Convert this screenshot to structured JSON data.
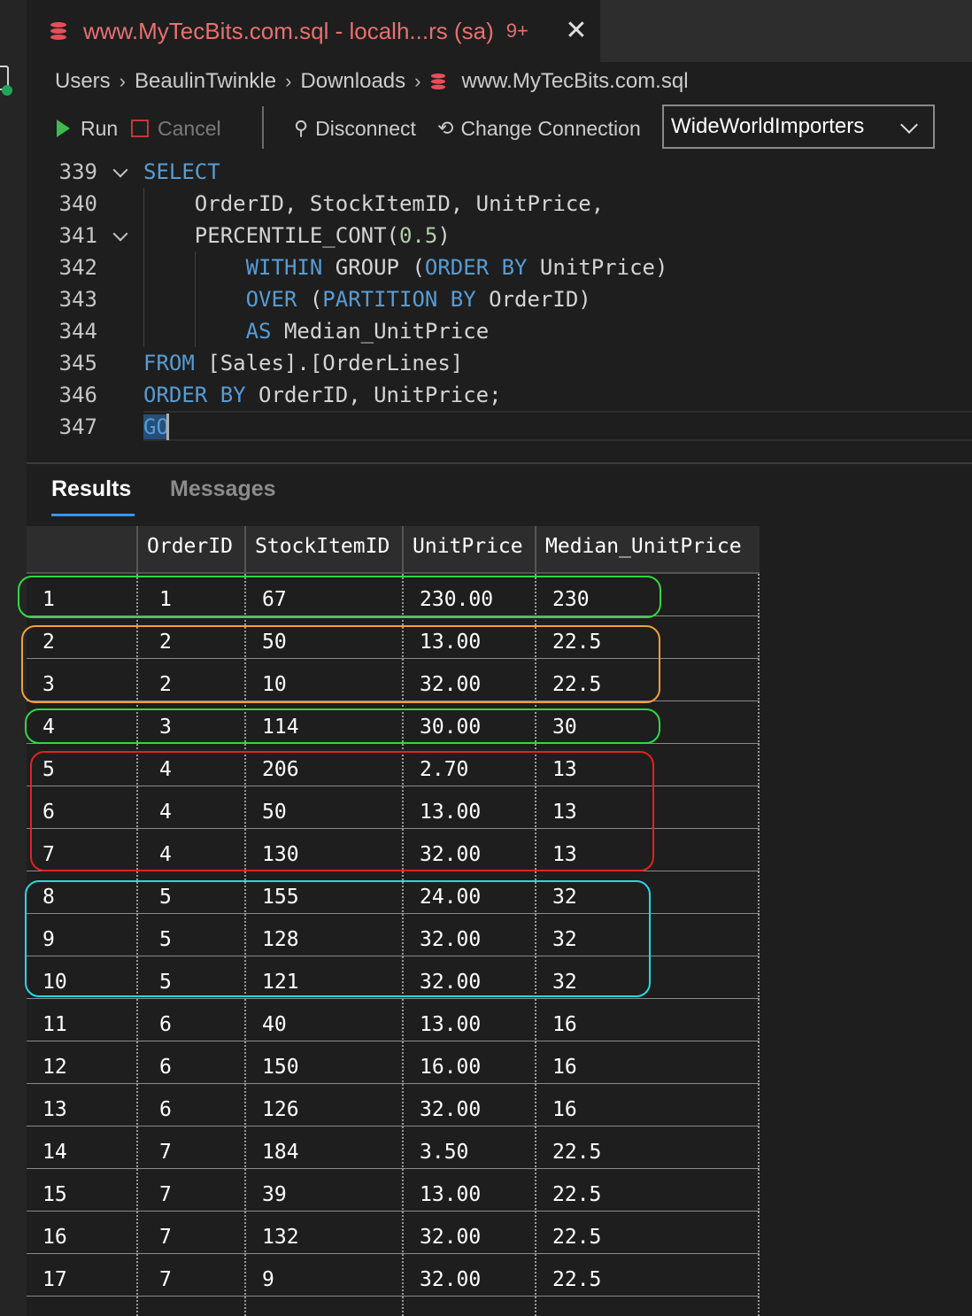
{
  "colors": {
    "accent": "#3794ff",
    "keyword": "#569cd6",
    "tab_title": "#e87070",
    "highlight_green": "#31d843",
    "highlight_orange": "#f5a03a",
    "highlight_red": "#e0241f",
    "highlight_cyan": "#28d7e8"
  },
  "tab": {
    "title": "www.MyTecBits.com.sql - localh...rs (sa)",
    "badge": "9+",
    "close": "✕",
    "icon": "database-icon"
  },
  "breadcrumb": {
    "items": [
      "Users",
      "BeaulinTwinkle",
      "Downloads",
      "www.MyTecBits.com.sql"
    ],
    "sep": "›"
  },
  "toolbar": {
    "run_label": "Run",
    "cancel_label": "Cancel",
    "disconnect_label": "Disconnect",
    "change_connection_label": "Change Connection",
    "database": "WideWorldImporters"
  },
  "editor": {
    "lines": [
      {
        "n": "339",
        "pre": "",
        "parts": [
          {
            "t": "SELECT",
            "c": "kw"
          }
        ]
      },
      {
        "n": "340",
        "pre": "    ",
        "parts": [
          {
            "t": "OrderID, StockItemID, UnitPrice,",
            "c": ""
          }
        ]
      },
      {
        "n": "341",
        "pre": "    ",
        "parts": [
          {
            "t": "PERCENTILE_CONT(",
            "c": ""
          },
          {
            "t": "0.5",
            "c": "num"
          },
          {
            "t": ")",
            "c": ""
          }
        ]
      },
      {
        "n": "342",
        "pre": "        ",
        "parts": [
          {
            "t": "WITHIN",
            "c": "kw"
          },
          {
            "t": " GROUP (",
            "c": ""
          },
          {
            "t": "ORDER BY",
            "c": "kw"
          },
          {
            "t": " UnitPrice)",
            "c": ""
          }
        ]
      },
      {
        "n": "343",
        "pre": "        ",
        "parts": [
          {
            "t": "OVER",
            "c": "kw"
          },
          {
            "t": " (",
            "c": ""
          },
          {
            "t": "PARTITION BY",
            "c": "kw"
          },
          {
            "t": " OrderID)",
            "c": ""
          }
        ]
      },
      {
        "n": "344",
        "pre": "        ",
        "parts": [
          {
            "t": "AS",
            "c": "kw"
          },
          {
            "t": " Median_UnitPrice",
            "c": ""
          }
        ]
      },
      {
        "n": "345",
        "pre": "",
        "parts": [
          {
            "t": "FROM",
            "c": "kw"
          },
          {
            "t": " [Sales].[OrderLines]",
            "c": ""
          }
        ]
      },
      {
        "n": "346",
        "pre": "",
        "parts": [
          {
            "t": "ORDER BY",
            "c": "kw"
          },
          {
            "t": " OrderID, UnitPrice;",
            "c": ""
          }
        ]
      },
      {
        "n": "347",
        "pre": "",
        "parts": [
          {
            "t": "GO",
            "c": "kw go-hl"
          }
        ]
      }
    ]
  },
  "results": {
    "tabs": [
      "Results",
      "Messages"
    ],
    "columns": [
      "",
      "OrderID",
      "StockItemID",
      "UnitPrice",
      "Median_UnitPrice"
    ],
    "rows": [
      [
        "1",
        "1",
        "67",
        "230.00",
        "230"
      ],
      [
        "2",
        "2",
        "50",
        "13.00",
        "22.5"
      ],
      [
        "3",
        "2",
        "10",
        "32.00",
        "22.5"
      ],
      [
        "4",
        "3",
        "114",
        "30.00",
        "30"
      ],
      [
        "5",
        "4",
        "206",
        "2.70",
        "13"
      ],
      [
        "6",
        "4",
        "50",
        "13.00",
        "13"
      ],
      [
        "7",
        "4",
        "130",
        "32.00",
        "13"
      ],
      [
        "8",
        "5",
        "155",
        "24.00",
        "32"
      ],
      [
        "9",
        "5",
        "128",
        "32.00",
        "32"
      ],
      [
        "10",
        "5",
        "121",
        "32.00",
        "32"
      ],
      [
        "11",
        "6",
        "40",
        "13.00",
        "16"
      ],
      [
        "12",
        "6",
        "150",
        "16.00",
        "16"
      ],
      [
        "13",
        "6",
        "126",
        "32.00",
        "16"
      ],
      [
        "14",
        "7",
        "184",
        "3.50",
        "22.5"
      ],
      [
        "15",
        "7",
        "39",
        "13.00",
        "22.5"
      ],
      [
        "16",
        "7",
        "132",
        "32.00",
        "22.5"
      ],
      [
        "17",
        "7",
        "9",
        "32.00",
        "22.5"
      ]
    ]
  }
}
